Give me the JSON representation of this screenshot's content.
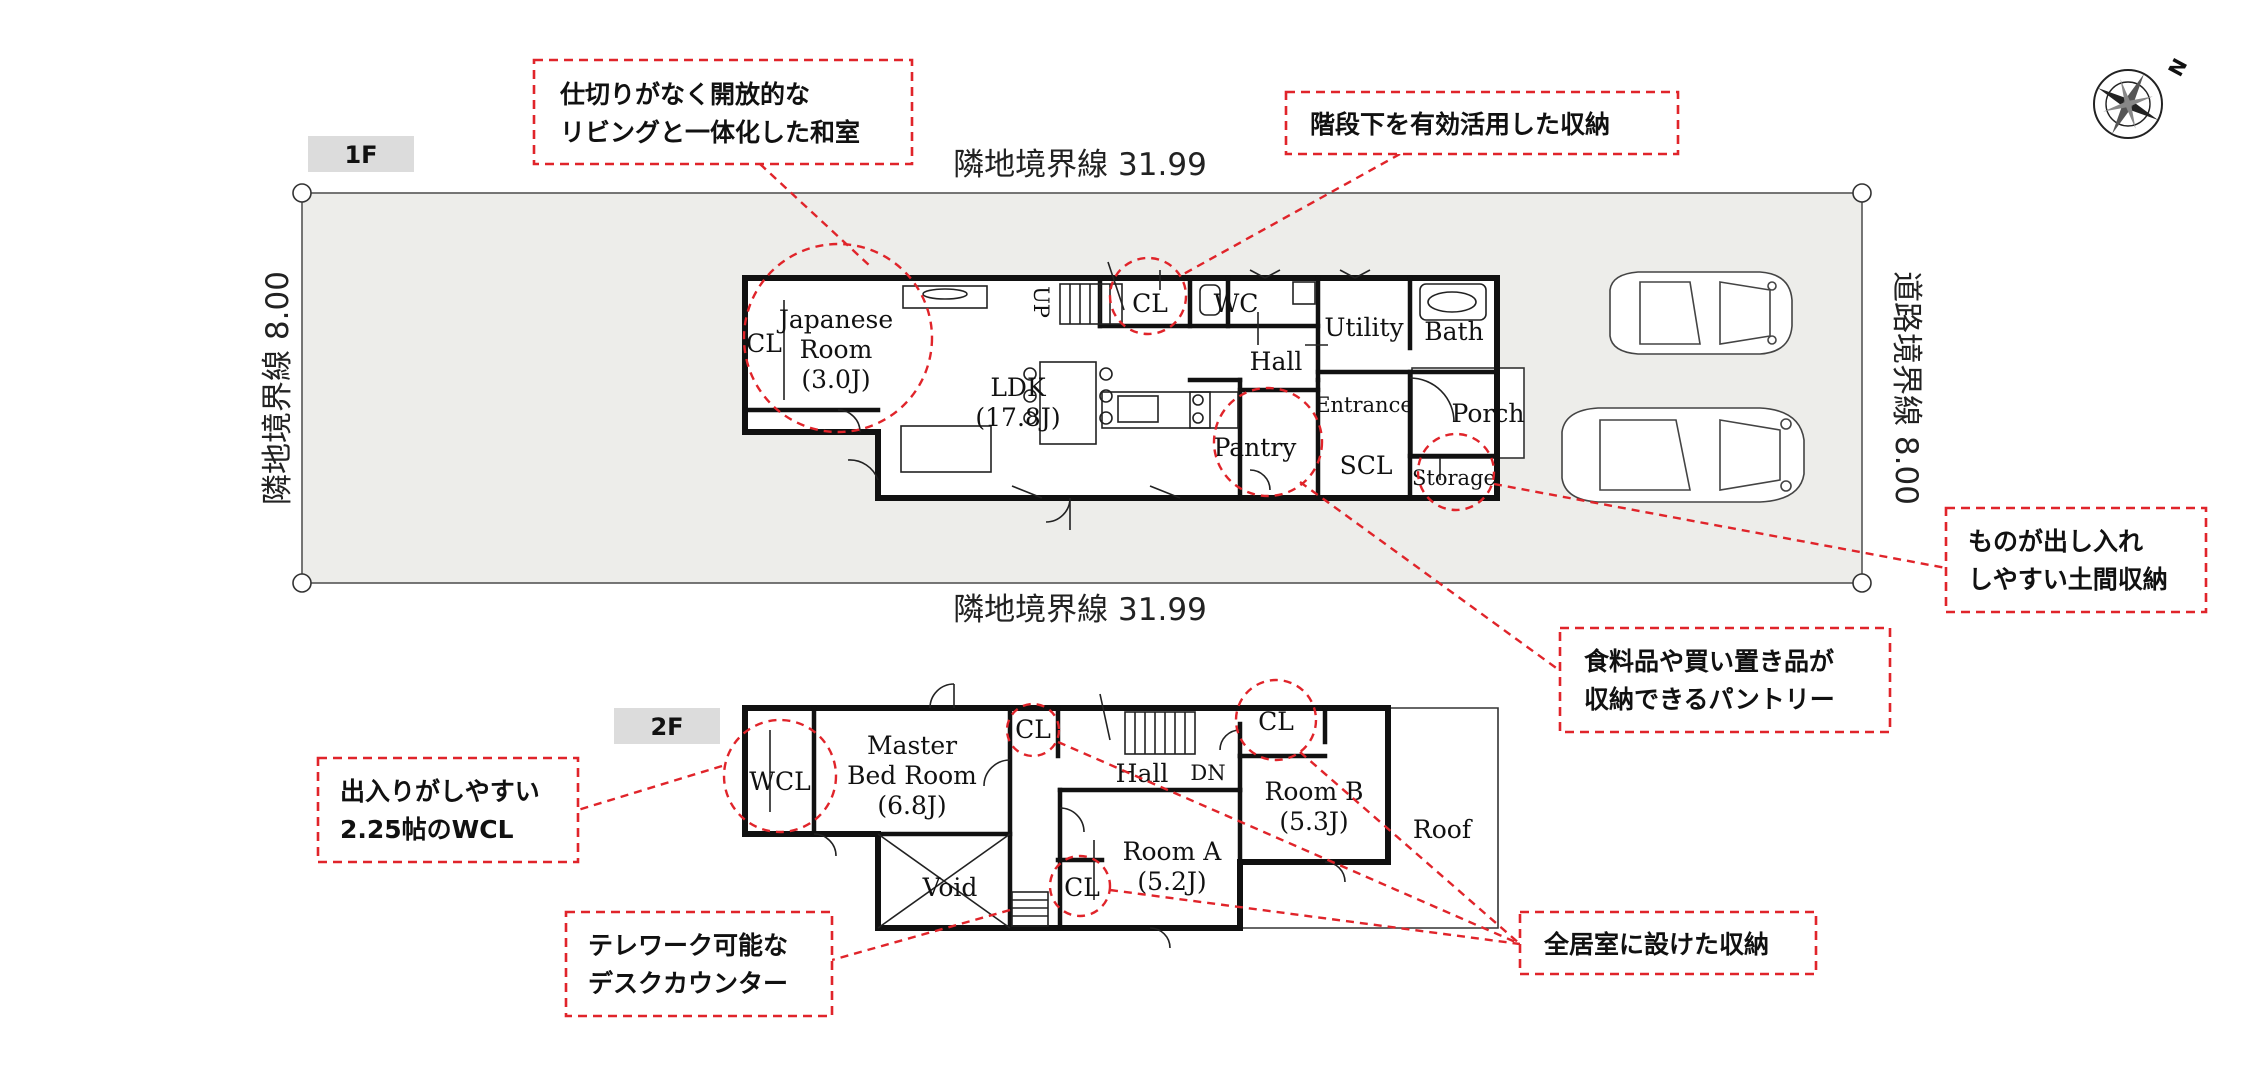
{
  "floor1": {
    "label": "1F",
    "boundary_top": "隣地境界線 31.99",
    "boundary_bottom": "隣地境界線 31.99",
    "boundary_left": "隣地境界線 8.00",
    "boundary_right": "道路境界線 8.00",
    "rooms": {
      "cl_japanese": "CL",
      "japanese_room_1": "Japanese",
      "japanese_room_2": "Room",
      "japanese_room_3": "(3.0J)",
      "up": "UP",
      "cl_stair": "CL",
      "wc": "WC",
      "utility": "Utility",
      "bath": "Bath",
      "hall": "Hall",
      "ldk_1": "LDK",
      "ldk_2": "(17.8J)",
      "entrance": "Entrance",
      "porch": "Porch",
      "pantry": "Pantry",
      "scl": "SCL",
      "storage": "Storage"
    }
  },
  "floor2": {
    "label": "2F",
    "rooms": {
      "wcl": "WCL",
      "master_1": "Master",
      "master_2": "Bed Room",
      "master_3": "(6.8J)",
      "cl_hall": "CL",
      "hall": "Hall",
      "dn": "DN",
      "cl_roomb": "CL",
      "room_b_1": "Room B",
      "room_b_2": "(5.3J)",
      "roof": "Roof",
      "room_a_1": "Room A",
      "room_a_2": "(5.2J)",
      "cl_rooma": "CL",
      "void": "Void"
    }
  },
  "callouts": {
    "japanese_1": "仕切りがなく開放的な",
    "japanese_2": "リビングと一体化した和室",
    "stair_storage": "階段下を有効活用した収納",
    "doma_1": "ものが出し入れ",
    "doma_2": "しやすい土間収納",
    "pantry_1": "食料品や買い置き品が",
    "pantry_2": "収納できるパントリー",
    "wcl_1": "出入りがしやすい",
    "wcl_2": "2.25帖のWCL",
    "all_rooms": "全居室に設けた収納",
    "desk_1": "テレワーク可能な",
    "desk_2": "デスクカウンター"
  },
  "colors": {
    "accent_red": "#e0242a",
    "site_fill": "#ededea",
    "label_tab": "#dcdcdc",
    "wall": "#111111"
  },
  "icons": [
    "compass-icon",
    "car-icon",
    "car-icon"
  ]
}
